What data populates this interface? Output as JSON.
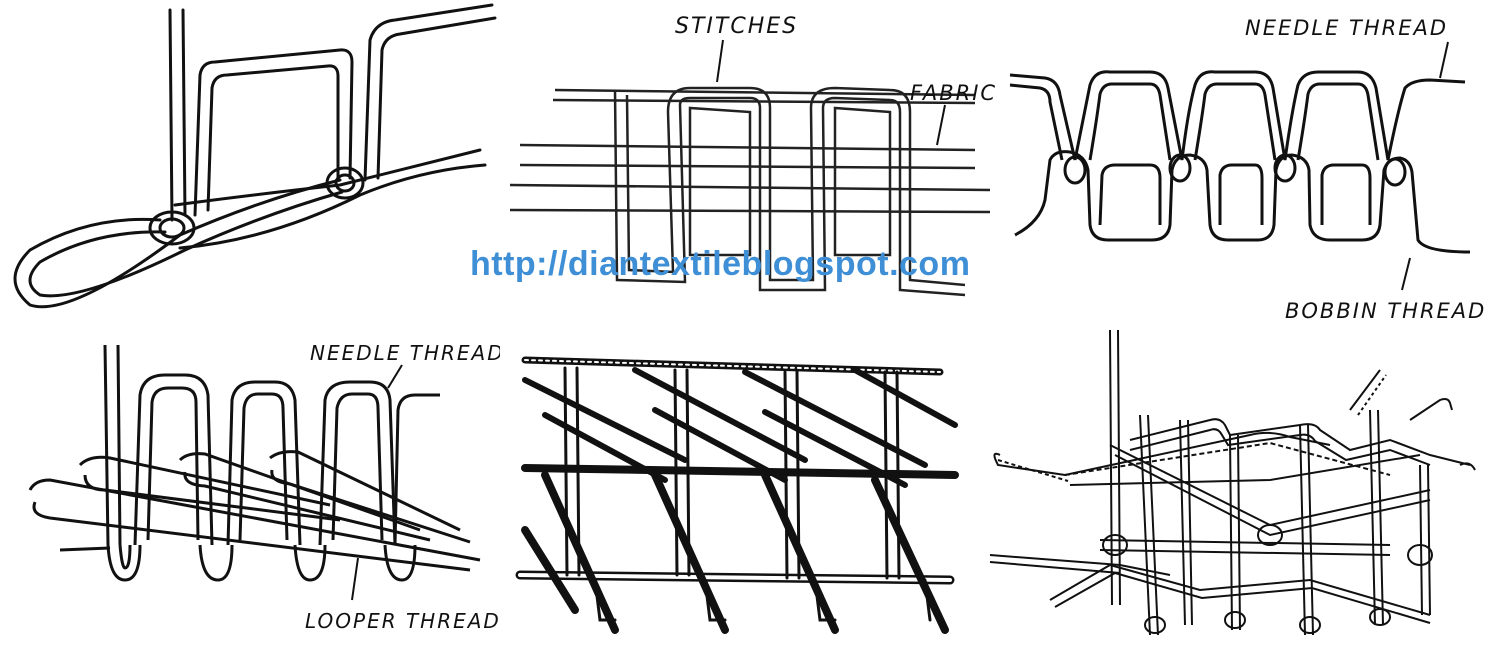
{
  "watermark": {
    "url": "http://diantextileblogspot.com",
    "color": "#3f8fd6"
  },
  "panels": {
    "stitches": {
      "stitches_label": "STITCHES",
      "fabric_label": "FABRIC"
    },
    "lockstitch": {
      "needle_thread_label": "NEEDLE THREAD",
      "bobbin_thread_label": "BOBBIN THREAD"
    },
    "chainstitch": {
      "needle_thread_label": "NEEDLE THREAD",
      "looper_thread_label": "LOOPER THREAD"
    }
  }
}
